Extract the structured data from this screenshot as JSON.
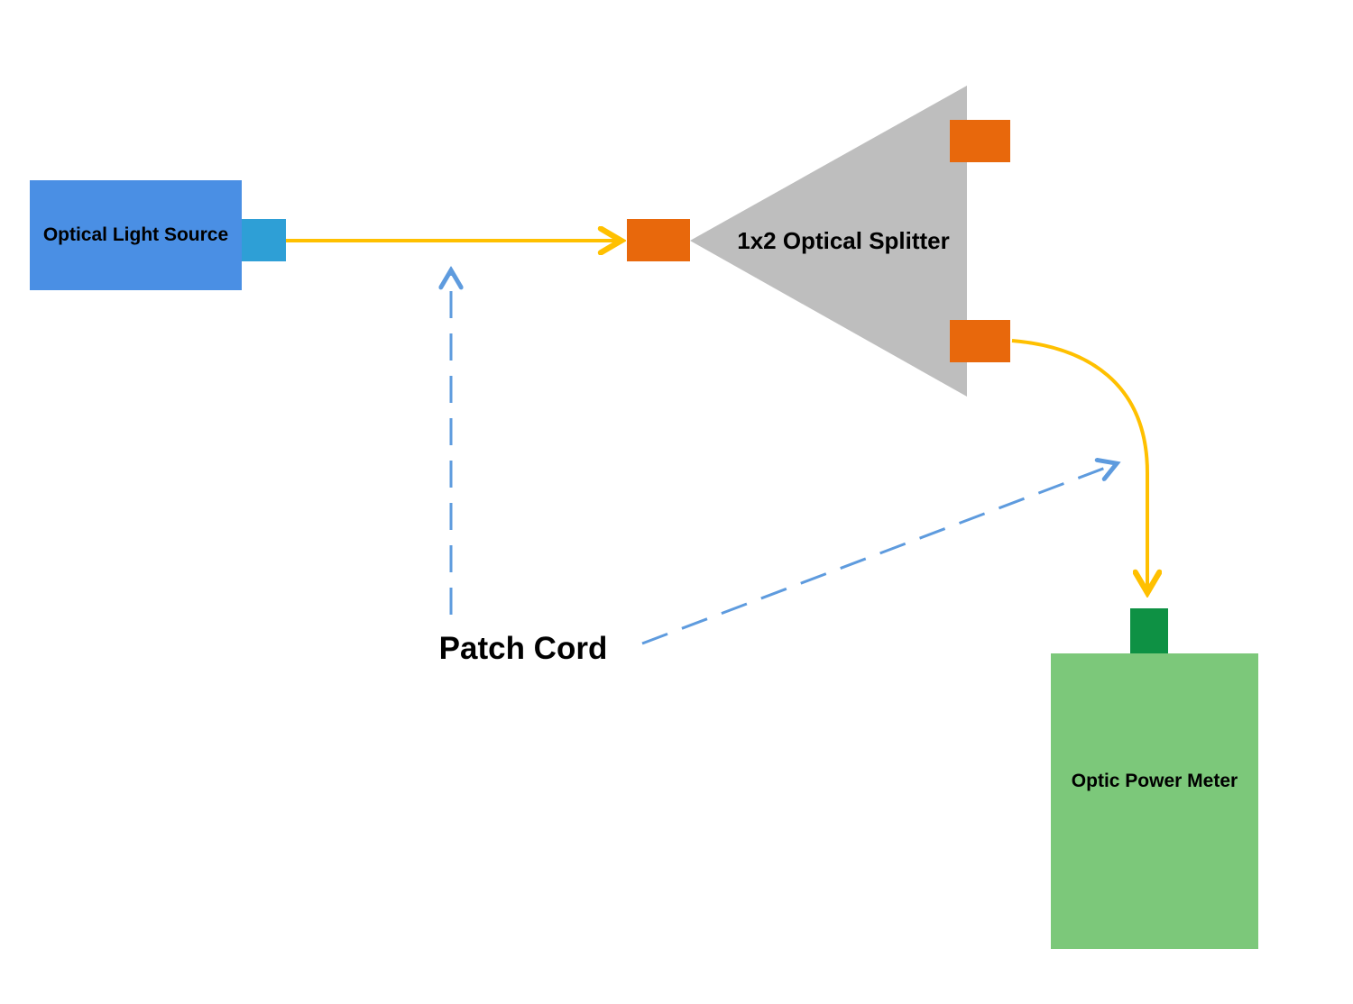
{
  "diagram": {
    "type": "optical-test-setup",
    "labels": {
      "light_source": "Optical Light Source",
      "splitter": "1x2 Optical Splitter",
      "patch_cord": "Patch Cord",
      "power_meter": "Optic Power Meter"
    },
    "colors": {
      "background": "#FFFFFF",
      "light_source_fill": "#4A8FE4",
      "light_source_port_fill": "#2E9FD6",
      "splitter_fill": "#BEBEBE",
      "splitter_port_fill": "#E8680C",
      "fiber_line": "#FFC000",
      "power_meter_fill": "#7CC87A",
      "power_meter_port_fill": "#0E9144",
      "annotation_arrow": "#5E9BDE",
      "text": "#000000"
    }
  }
}
